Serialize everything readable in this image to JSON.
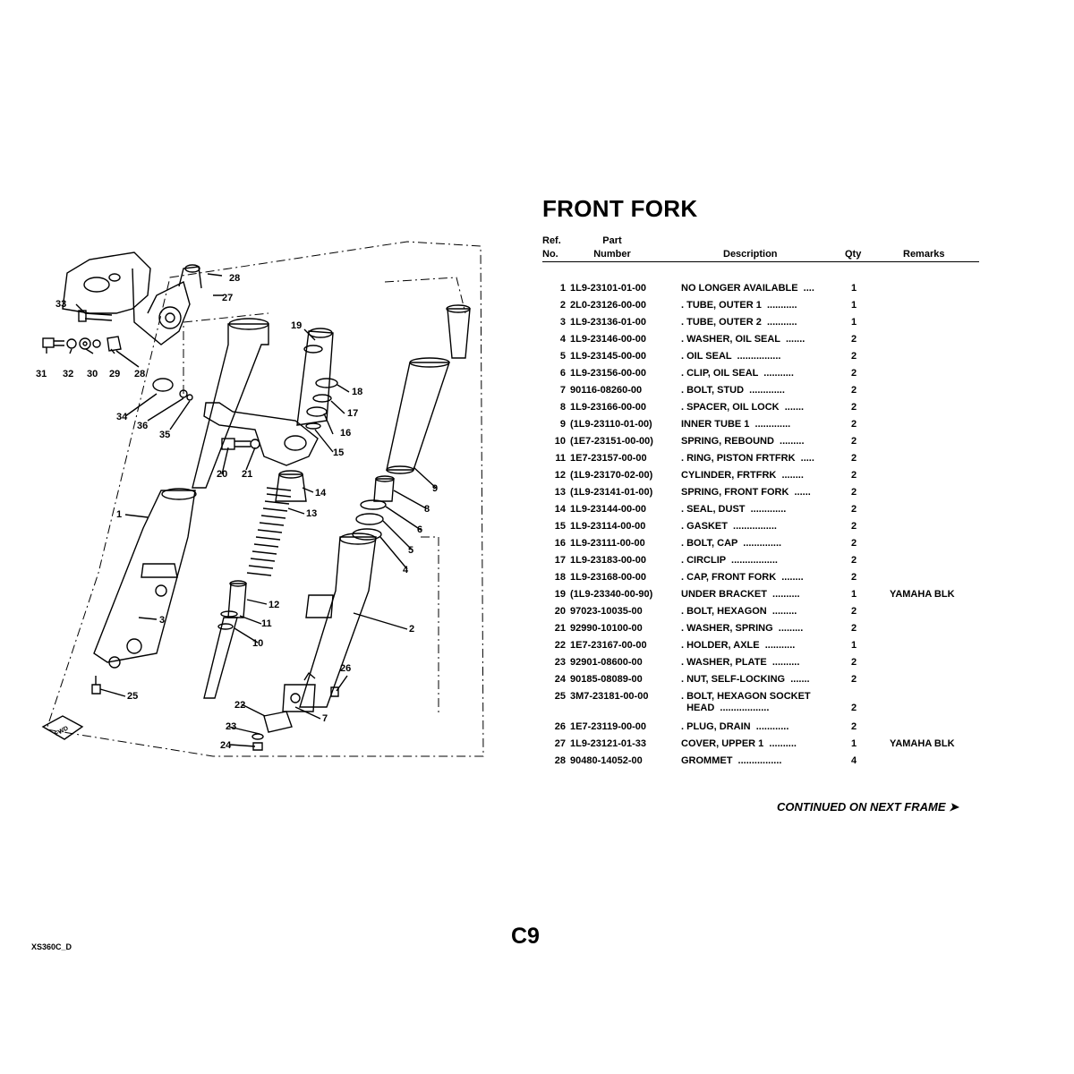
{
  "title": "FRONT FORK",
  "columns": {
    "ref_line1": "Ref.",
    "ref_line2": "No.",
    "part_line1": "Part",
    "part_line2": "Number",
    "description": "Description",
    "qty": "Qty",
    "remarks": "Remarks"
  },
  "rows": [
    {
      "ref": "1",
      "part": "1L9-23101-01-00",
      "desc": "NO LONGER AVAILABLE  ....",
      "qty": "1",
      "remarks": ""
    },
    {
      "ref": "2",
      "part": "2L0-23126-00-00",
      "desc": ". TUBE, OUTER 1  ...........",
      "qty": "1",
      "remarks": ""
    },
    {
      "ref": "3",
      "part": "1L9-23136-01-00",
      "desc": ". TUBE, OUTER 2  ...........",
      "qty": "1",
      "remarks": ""
    },
    {
      "ref": "4",
      "part": "1L9-23146-00-00",
      "desc": ". WASHER, OIL SEAL  .......",
      "qty": "2",
      "remarks": ""
    },
    {
      "ref": "5",
      "part": "1L9-23145-00-00",
      "desc": ". OIL SEAL  ................",
      "qty": "2",
      "remarks": ""
    },
    {
      "ref": "6",
      "part": "1L9-23156-00-00",
      "desc": ". CLIP, OIL SEAL  ...........",
      "qty": "2",
      "remarks": ""
    },
    {
      "ref": "7",
      "part": "90116-08260-00",
      "desc": ". BOLT, STUD  .............",
      "qty": "2",
      "remarks": ""
    },
    {
      "ref": "8",
      "part": "1L9-23166-00-00",
      "desc": ". SPACER, OIL LOCK  .......",
      "qty": "2",
      "remarks": ""
    },
    {
      "ref": "9",
      "part": "(1L9-23110-01-00)",
      "desc": "INNER TUBE 1  .............",
      "qty": "2",
      "remarks": ""
    },
    {
      "ref": "10",
      "part": "(1E7-23151-00-00)",
      "desc": "SPRING, REBOUND  .........",
      "qty": "2",
      "remarks": ""
    },
    {
      "ref": "11",
      "part": "1E7-23157-00-00",
      "desc": ". RING, PISTON FRTFRK  .....",
      "qty": "2",
      "remarks": ""
    },
    {
      "ref": "12",
      "part": "(1L9-23170-02-00)",
      "desc": "CYLINDER, FRTFRK  ........",
      "qty": "2",
      "remarks": ""
    },
    {
      "ref": "13",
      "part": "(1L9-23141-01-00)",
      "desc": "SPRING, FRONT FORK  ......",
      "qty": "2",
      "remarks": ""
    },
    {
      "ref": "14",
      "part": "1L9-23144-00-00",
      "desc": ". SEAL, DUST  .............",
      "qty": "2",
      "remarks": ""
    },
    {
      "ref": "15",
      "part": "1L9-23114-00-00",
      "desc": ". GASKET  ................",
      "qty": "2",
      "remarks": ""
    },
    {
      "ref": "16",
      "part": "1L9-23111-00-00",
      "desc": ". BOLT, CAP  ..............",
      "qty": "2",
      "remarks": ""
    },
    {
      "ref": "17",
      "part": "1L9-23183-00-00",
      "desc": ". CIRCLIP  .................",
      "qty": "2",
      "remarks": ""
    },
    {
      "ref": "18",
      "part": "1L9-23168-00-00",
      "desc": ". CAP, FRONT FORK  ........",
      "qty": "2",
      "remarks": ""
    },
    {
      "ref": "19",
      "part": "(1L9-23340-00-90)",
      "desc": "UNDER BRACKET  ..........",
      "qty": "1",
      "remarks": "YAMAHA BLK"
    },
    {
      "ref": "20",
      "part": "97023-10035-00",
      "desc": ". BOLT, HEXAGON  .........",
      "qty": "2",
      "remarks": ""
    },
    {
      "ref": "21",
      "part": "92990-10100-00",
      "desc": ". WASHER, SPRING  .........",
      "qty": "2",
      "remarks": ""
    },
    {
      "ref": "22",
      "part": "1E7-23167-00-00",
      "desc": ". HOLDER, AXLE  ...........",
      "qty": "1",
      "remarks": ""
    },
    {
      "ref": "23",
      "part": "92901-08600-00",
      "desc": ". WASHER, PLATE  ..........",
      "qty": "2",
      "remarks": ""
    },
    {
      "ref": "24",
      "part": "90185-08089-00",
      "desc": ". NUT, SELF-LOCKING  .......",
      "qty": "2",
      "remarks": ""
    },
    {
      "ref": "25",
      "part": "3M7-23181-00-00",
      "desc": ". BOLT, HEXAGON SOCKET\n  HEAD  ..................",
      "qty": "2",
      "remarks": ""
    },
    {
      "ref": "26",
      "part": "1E7-23119-00-00",
      "desc": ". PLUG, DRAIN  ............",
      "qty": "2",
      "remarks": ""
    },
    {
      "ref": "27",
      "part": "1L9-23121-01-33",
      "desc": "COVER, UPPER 1  ..........",
      "qty": "1",
      "remarks": "YAMAHA BLK"
    },
    {
      "ref": "28",
      "part": "90480-14052-00",
      "desc": "GROMMET  ................",
      "qty": "4",
      "remarks": ""
    }
  ],
  "continued": "CONTINUED ON NEXT FRAME ➤",
  "page_number": "C9",
  "doc_id": "XS360C_D",
  "diagram": {
    "fwd_label": "FWD",
    "callouts": [
      "28",
      "27",
      "33",
      "31",
      "32",
      "30",
      "29",
      "28",
      "34",
      "36",
      "35",
      "19",
      "18",
      "17",
      "16",
      "15",
      "20",
      "21",
      "14",
      "13",
      "9",
      "8",
      "6",
      "5",
      "4",
      "1",
      "12",
      "11",
      "10",
      "3",
      "2",
      "26",
      "25",
      "7",
      "22",
      "23",
      "24"
    ]
  }
}
